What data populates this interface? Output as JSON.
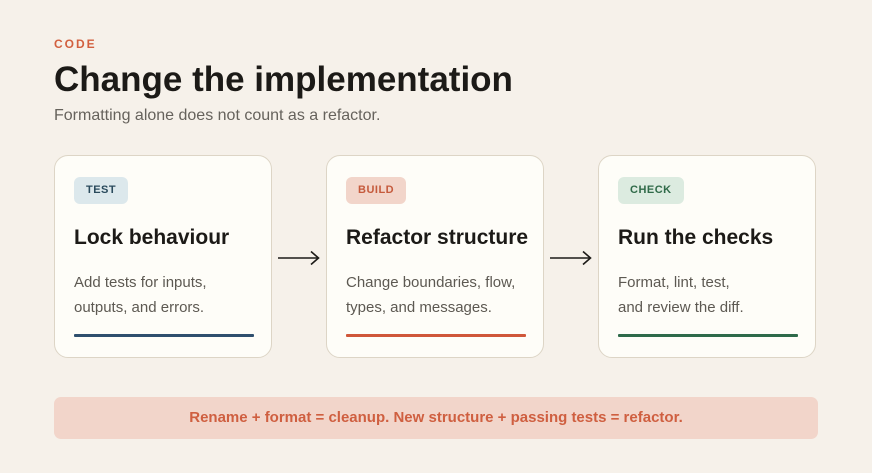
{
  "header": {
    "eyebrow": "CODE",
    "title": "Change the implementation",
    "subtitle": "Formatting alone does not count as a refactor."
  },
  "colors": {
    "accent": "#d2603f",
    "test_badge_bg": "#dce8ec",
    "test_badge_text": "#2a4a5c",
    "test_bar": "#2f4f6e",
    "build_badge_bg": "#f2d5ca",
    "build_badge_text": "#c55a3c",
    "build_bar": "#d0573a",
    "check_badge_bg": "#dcebe0",
    "check_badge_text": "#2f6a48",
    "check_bar": "#2e6a4a"
  },
  "steps": [
    {
      "badge": "TEST",
      "title": "Lock behaviour",
      "line1": "Add tests for inputs,",
      "line2": "outputs, and errors."
    },
    {
      "badge": "BUILD",
      "title": "Refactor structure",
      "line1": "Change boundaries, flow,",
      "line2": "types, and messages."
    },
    {
      "badge": "CHECK",
      "title": "Run the checks",
      "line1": "Format, lint, test,",
      "line2": "and review the diff."
    }
  ],
  "footer": {
    "text": "Rename + format = cleanup. New structure + passing tests = refactor."
  }
}
